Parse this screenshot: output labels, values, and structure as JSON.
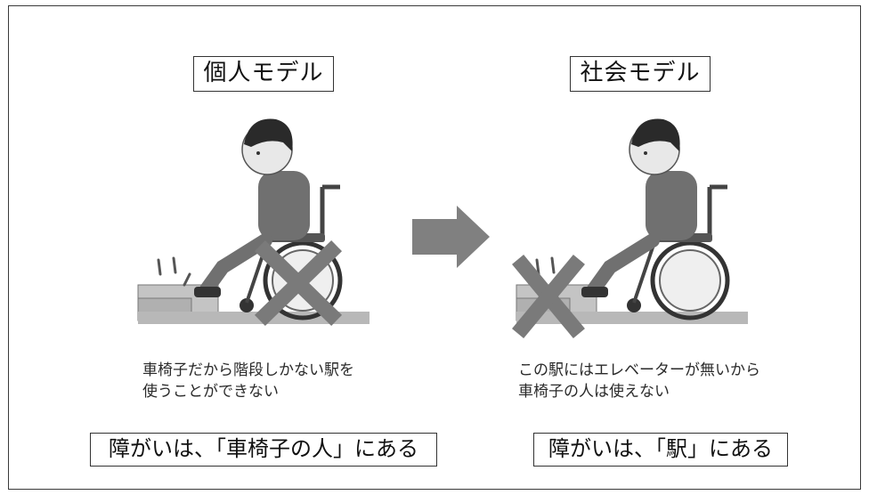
{
  "left": {
    "title": "個人モデル",
    "caption_line1": "車椅子だから階段しかない駅を",
    "caption_line2": "使うことができない",
    "conclusion": "障がいは、「車椅子の人」にある"
  },
  "right": {
    "title": "社会モデル",
    "caption_line1": "この駅にはエレベーターが無いから",
    "caption_line2": "車椅子の人は使えない",
    "conclusion": "障がいは、「駅」にある"
  },
  "icons": {
    "left_figure": "wheelchair-user-icon",
    "right_figure": "wheelchair-user-icon",
    "arrow": "right-arrow-icon",
    "cross_mark": "cross-mark-icon",
    "stairs": "stairs-icon"
  },
  "colors": {
    "arrow": "#808080",
    "cross": "#7a7a7a",
    "floor": "#b8b8b8",
    "outline": "#333333"
  }
}
